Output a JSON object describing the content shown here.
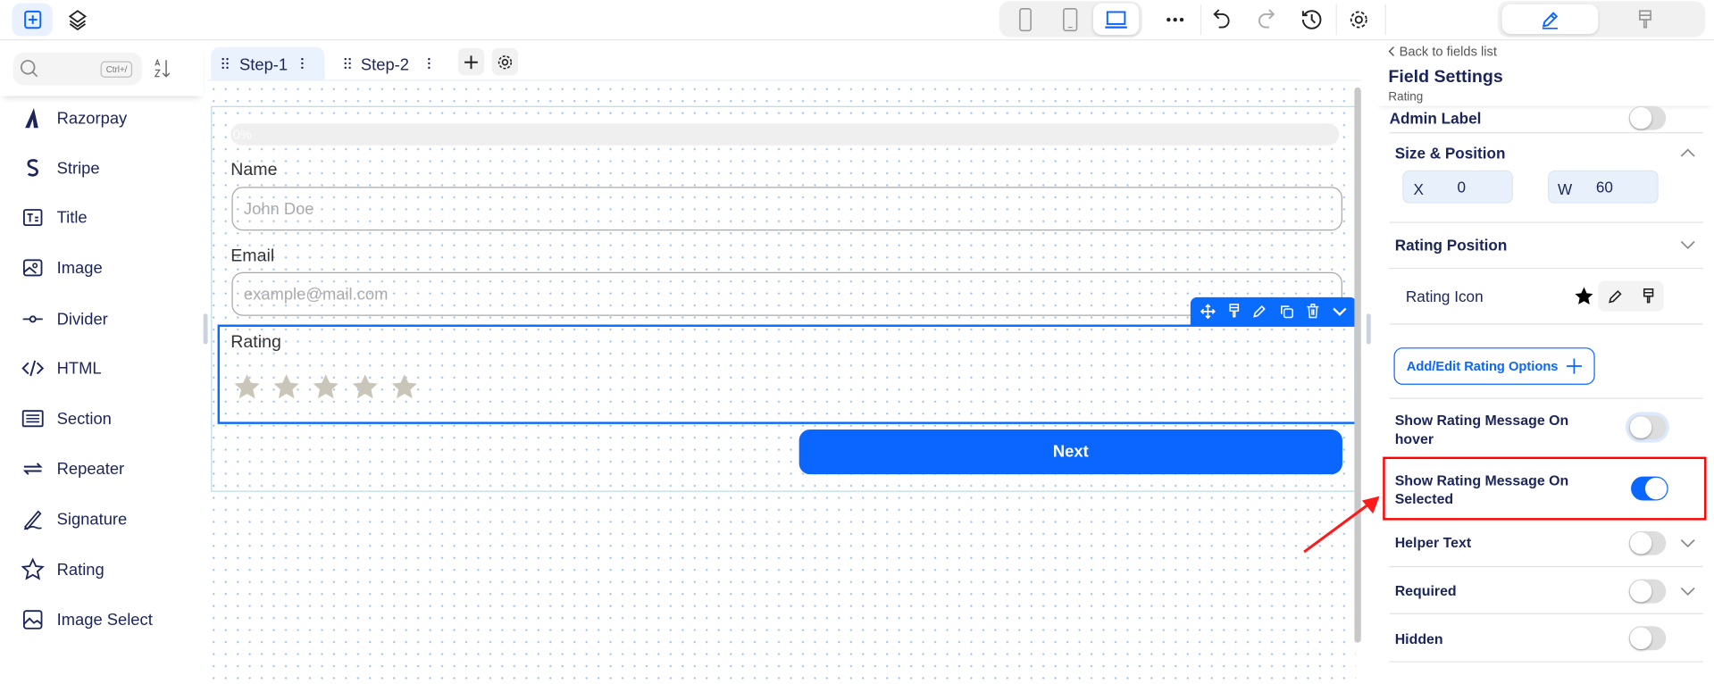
{
  "topbar": {
    "device_active": "desktop"
  },
  "sidebar": {
    "search_shortcut": "Ctrl+/",
    "items": [
      {
        "label": "Razorpay",
        "icon": "razorpay-icon"
      },
      {
        "label": "Stripe",
        "icon": "stripe-icon"
      },
      {
        "label": "Title",
        "icon": "title-icon"
      },
      {
        "label": "Image",
        "icon": "image-icon"
      },
      {
        "label": "Divider",
        "icon": "divider-icon"
      },
      {
        "label": "HTML",
        "icon": "code-icon"
      },
      {
        "label": "Section",
        "icon": "section-icon"
      },
      {
        "label": "Repeater",
        "icon": "repeat-icon"
      },
      {
        "label": "Signature",
        "icon": "signature-icon"
      },
      {
        "label": "Rating",
        "icon": "star-outline-icon"
      },
      {
        "label": "Image Select",
        "icon": "image-select-icon"
      }
    ]
  },
  "tabs": [
    {
      "label": "Step-1",
      "active": true
    },
    {
      "label": "Step-2",
      "active": false
    }
  ],
  "form": {
    "progress_text": "0%",
    "progress": 0,
    "name_label": "Name",
    "name_placeholder": "John Doe",
    "email_label": "Email",
    "email_placeholder": "example@mail.com",
    "rating_label": "Rating",
    "rating_stars": 5,
    "rating_value": 0,
    "next_label": "Next"
  },
  "panel": {
    "back": "Back to fields list",
    "title": "Field Settings",
    "subtitle": "Rating",
    "admin_label": "Admin Label",
    "size_position": "Size & Position",
    "x_label": "X",
    "x_value": "0",
    "w_label": "W",
    "w_value": "60",
    "rating_position": "Rating Position",
    "rating_icon": "Rating Icon",
    "add_edit": "Add/Edit Rating Options",
    "hover_line1": "Show Rating Message On",
    "hover_line2": "hover",
    "hover_on": false,
    "selected_line1": "Show Rating Message On",
    "selected_line2": "Selected",
    "selected_on": true,
    "helper": "Helper Text",
    "required": "Required",
    "hidden": "Hidden"
  },
  "colors": {
    "accent": "#0a66ff",
    "highlight": "#ff0000",
    "text": "#1b2559"
  }
}
